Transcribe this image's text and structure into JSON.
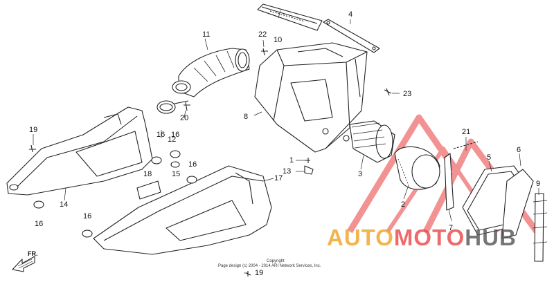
{
  "diagram": {
    "part_labels": {
      "p1": "1",
      "p2": "2",
      "p3": "3",
      "p4": "4",
      "p5": "5",
      "p6": "6",
      "p7": "7",
      "p8": "8",
      "p9": "9",
      "p10": "10",
      "p11": "11",
      "p12": "12",
      "p13": "13",
      "p14": "14",
      "p15": "15",
      "p16a": "16",
      "p16b": "16",
      "p16c": "16",
      "p16d": "16",
      "p16e": "16",
      "p17": "17",
      "p18": "18",
      "p19a": "19",
      "p19b": "19",
      "p20": "20",
      "p21": "21",
      "p22": "22",
      "p23": "23"
    },
    "direction_label": "FR.",
    "copyright_line1": "Copyright",
    "copyright_line2": "Page design (c) 2004 - 2014 ARI Network Services, Inc."
  },
  "watermark": {
    "text_part1": "AUTO",
    "text_part2": "MOTO",
    "text_part3": "HUB",
    "color_orange": "#f0a830",
    "color_red": "#e83a3a",
    "color_dark": "#555555"
  },
  "colors": {
    "line": "#222222",
    "fill": "#ffffff",
    "shade": "#cccccc"
  }
}
